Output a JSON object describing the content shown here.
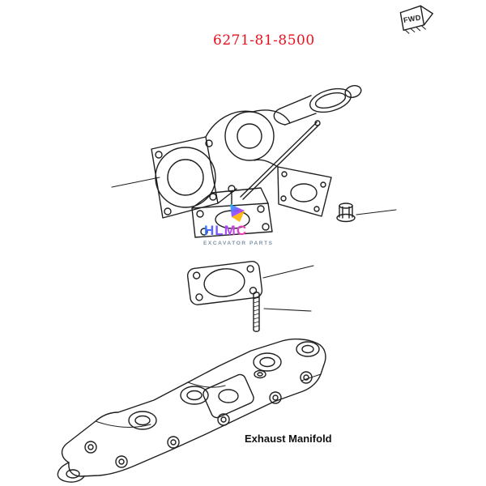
{
  "header": {
    "part_number": "6271-81-8500",
    "fwd_label": "FWD"
  },
  "watermark": {
    "brand": "HLMC",
    "tagline": "EXCAVATOR PARTS"
  },
  "diagram": {
    "manifold_label": "Exhaust Manifold",
    "parts": [
      "turbocharger-assembly",
      "flange-nut",
      "gasket",
      "stud-bolt",
      "exhaust-manifold"
    ],
    "colors": {
      "background": "#ffffff",
      "line_art": "#1f1f1f",
      "part_number_red": "#e8101c",
      "brand_gradient": [
        "#2e7bff",
        "#9a4dff",
        "#ff3fa8"
      ]
    }
  }
}
